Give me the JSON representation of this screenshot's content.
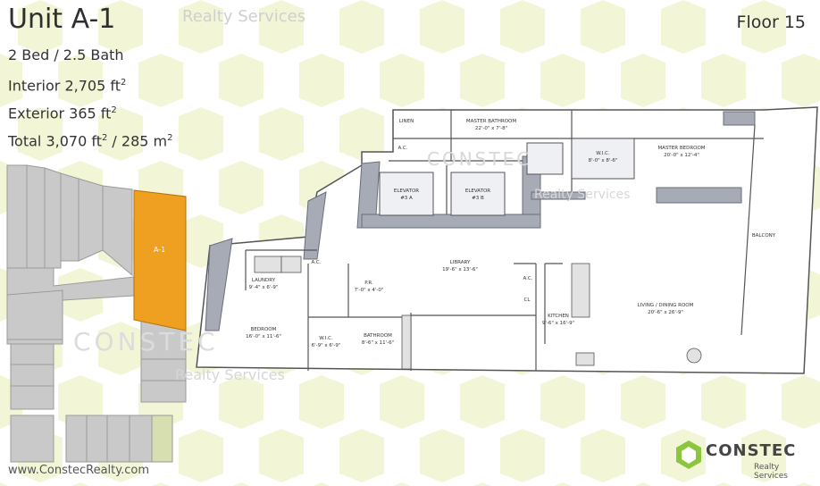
{
  "header": {
    "unit": "Unit A-1",
    "floor": "Floor 15"
  },
  "specs": {
    "beds_baths": "2 Bed / 2.5 Bath",
    "interior_label": "Interior 2,705 ft",
    "exterior_label": "Exterior 365 ft",
    "total_label": "Total 3,070 ft",
    "total_metric": " / 285 m"
  },
  "watermark": {
    "company": "CONSTEC",
    "services": "Realty Services"
  },
  "footer": {
    "website": "www.ConstecRealty.com"
  },
  "logo": {
    "name": "CONSTEC",
    "tagline": "Realty Services"
  },
  "keyplan": {
    "unit_label": "A-1",
    "highlight_color": "#f0a020"
  },
  "rooms": {
    "linen": "LINEN",
    "master_bath": "MASTER BATHROOM",
    "master_bath_dim": "22'-0\" x 7'-8\"",
    "master_bed": "MASTER BEDROOM",
    "master_bed_dim": "20'-0\" x 12'-4\"",
    "wic_master": "W.I.C.",
    "wic_master_dim": "8'-0\" x 8'-6\"",
    "elevator_a": "ELEVATOR",
    "elevator_a_num": "#3 A",
    "elevator_b": "ELEVATOR",
    "elevator_b_num": "#3 B",
    "ac": "A.C.",
    "balcony": "BALCONY",
    "laundry": "LAUNDRY",
    "laundry_dim": "9'-4\" x 6'-9\"",
    "library": "LIBRARY",
    "library_dim": "19'-6\" x 13'-6\"",
    "powder": "P.R.",
    "powder_dim": "7'-0\" x 4'-0\"",
    "living": "LIVING / DINING ROOM",
    "living_dim": "20'-6\" x 26'-9\"",
    "kitchen": "KITCHEN",
    "kitchen_dim": "9'-6\" x 16'-9\"",
    "cl": "CL",
    "bedroom": "BEDROOM",
    "bedroom_dim": "16'-0\" x 11'-6\"",
    "wic": "W.I.C.",
    "wic_dim": "6'-9\" x 6'-9\"",
    "bathroom": "BATHROOM",
    "bathroom_dim": "8'-6\" x 11'-6\""
  }
}
